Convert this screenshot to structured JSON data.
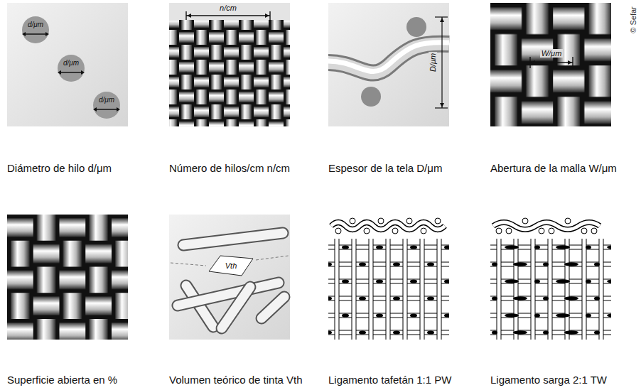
{
  "diagram": {
    "nodes": [
      {
        "text": [
          "Diámetro de hilo d/μm"
        ]
      },
      {
        "text": [
          "Número de hilos/cm n/cm"
        ]
      },
      {
        "text": [
          "Espesor de la tela D/μm"
        ]
      },
      {
        "text": [
          "Abertura de la malla W/μm"
        ]
      },
      {
        "text": [
          "Superficie abierta en %"
        ]
      },
      {
        "text": [
          "Volumen teórico de tinta Vth"
        ]
      },
      {
        "text": [
          "Ligamento tafetán 1:1 PW"
        ]
      },
      {
        "text": [
          "Ligamento sarga 2:1 TW"
        ]
      }
    ],
    "labels": [
      "d/μm",
      "d/μm",
      "d/μm",
      "n/cm",
      "D/μm",
      "W/μm",
      "Vth",
      "© Sefar"
    ]
  }
}
